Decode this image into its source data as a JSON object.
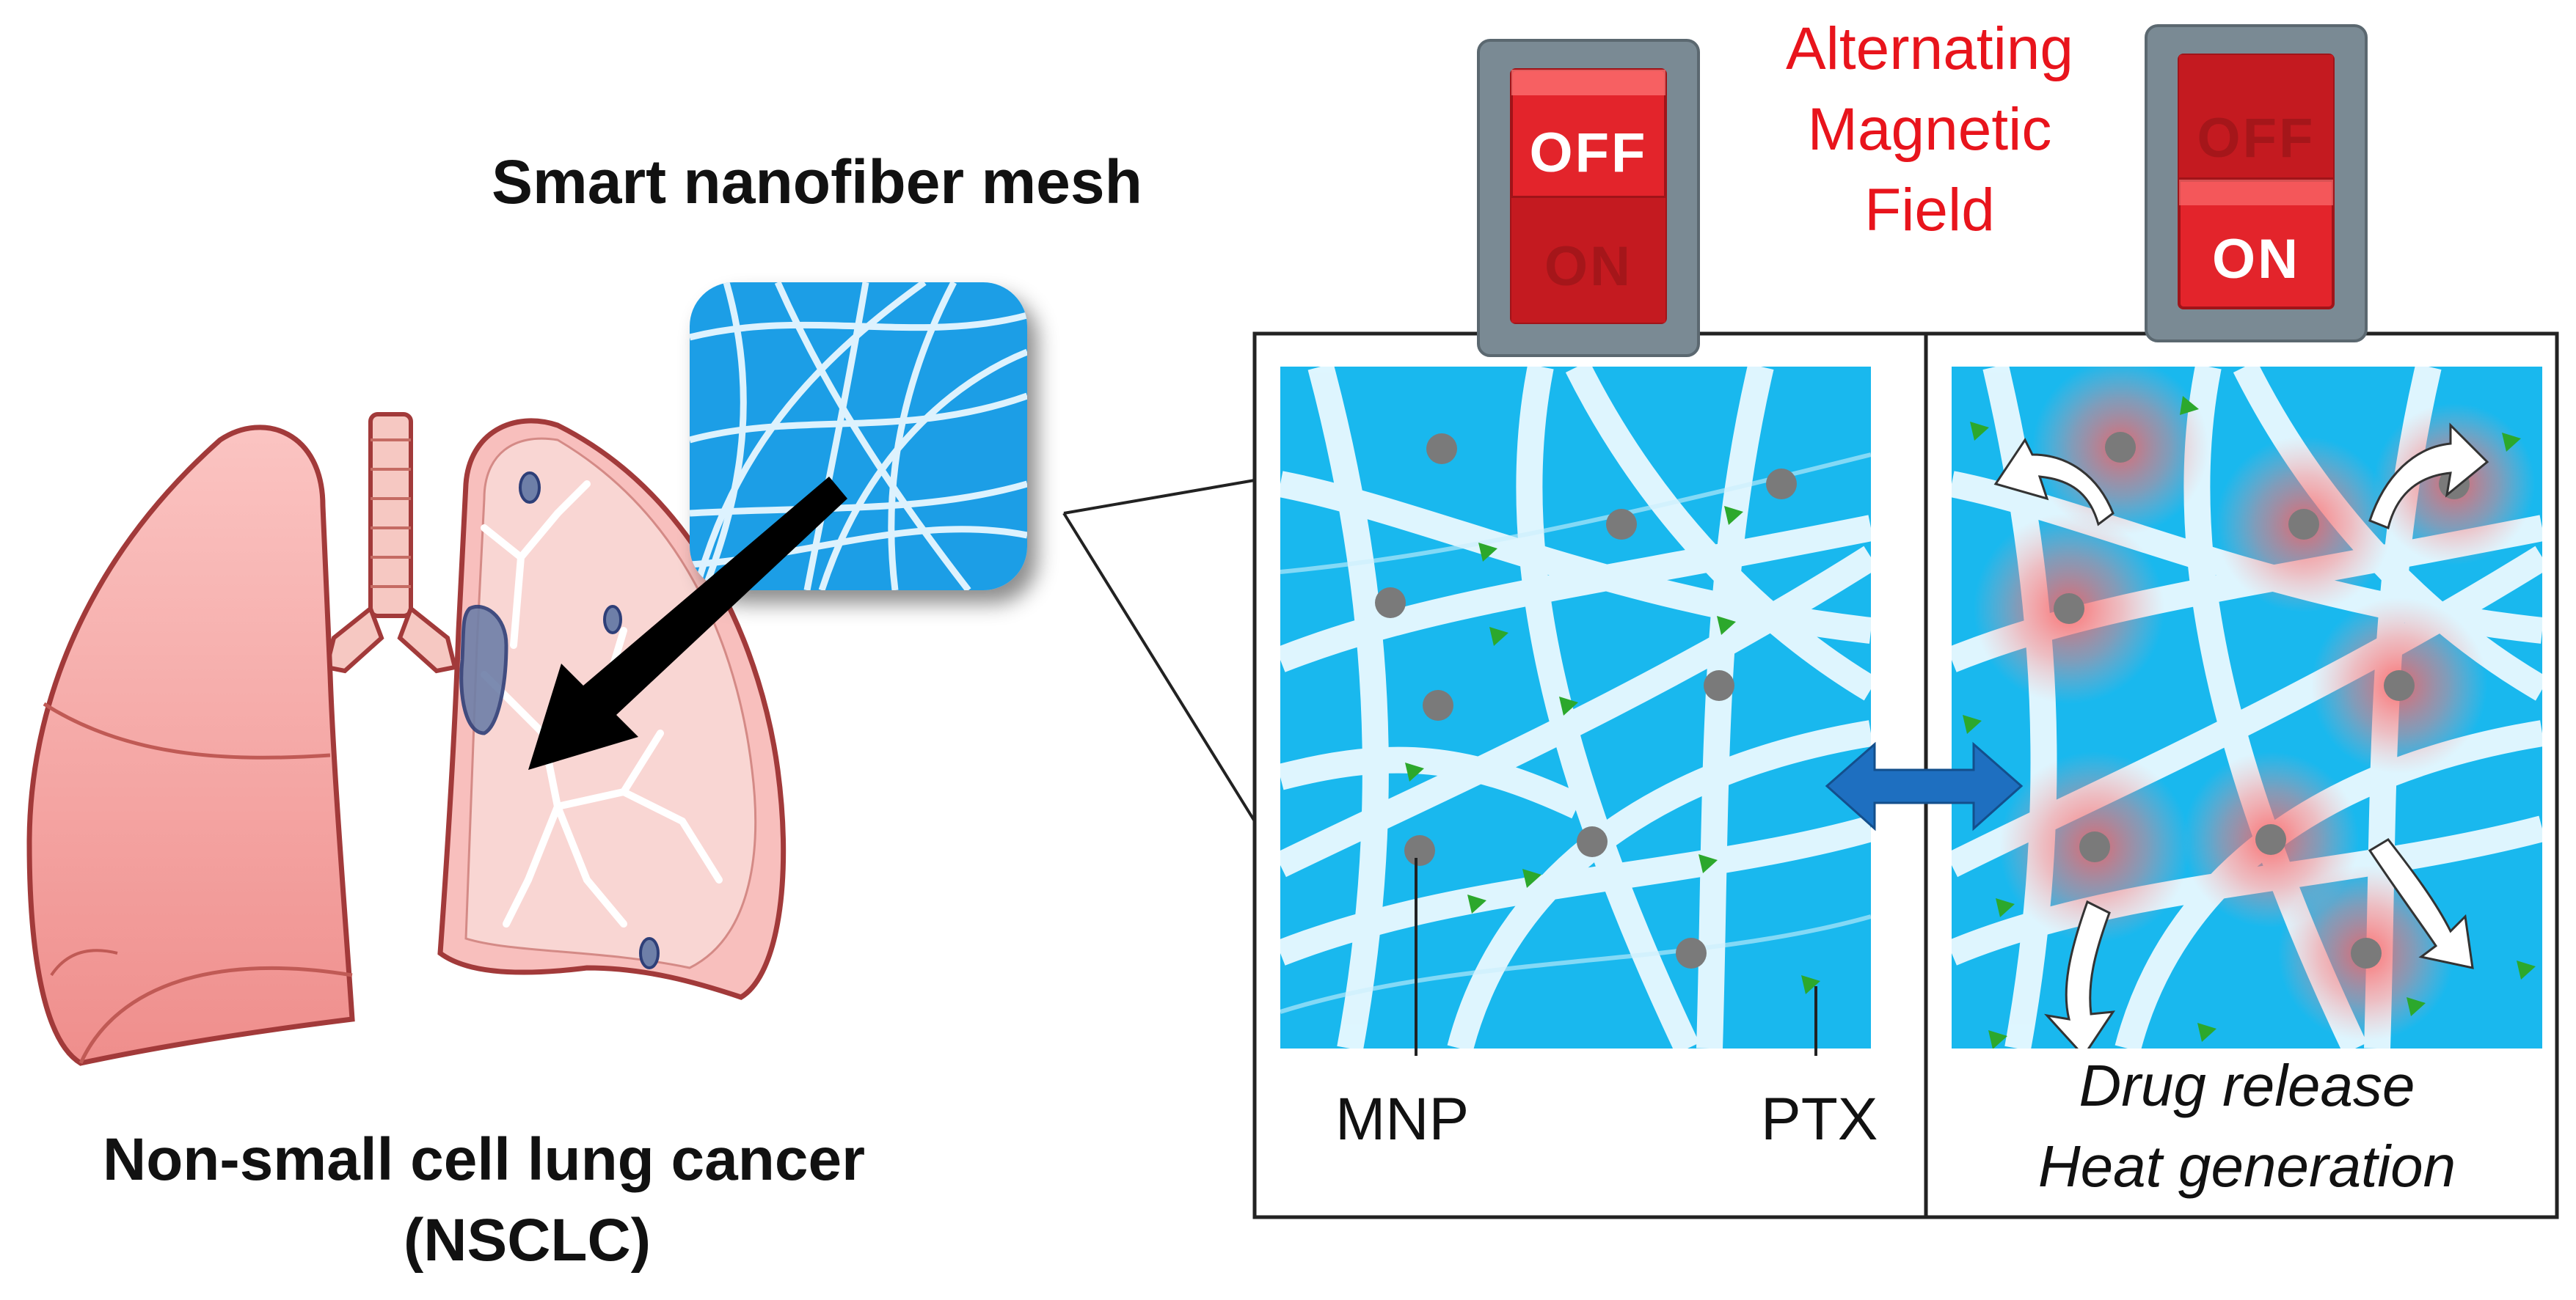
{
  "labels": {
    "mesh_title": "Smart nanofiber mesh",
    "disease_title": "Non-small cell lung cancer",
    "disease_abbr": "(NSCLC)",
    "field_line1": "Alternating",
    "field_line2": "Magnetic",
    "field_line3": "Field",
    "mnp": "MNP",
    "ptx": "PTX",
    "effect_line1": "Drug release",
    "effect_line2": "Heat generation"
  },
  "switches": {
    "off_state": {
      "top": "OFF",
      "bottom": "ON",
      "active": "OFF"
    },
    "on_state": {
      "top": "OFF",
      "bottom": "ON",
      "active": "ON"
    }
  },
  "colors": {
    "switch_red": "#e3242b",
    "switch_dark": "#b81418",
    "mesh_blue": "#19b8ee",
    "fiber": "#e9f9ff",
    "particle": "#777777",
    "drug": "#2ca82c",
    "heat": "#ff6a6a",
    "lung": "#f6aaa8",
    "arrow_blue": "#1e6fc0",
    "text_red": "#e8141c"
  }
}
